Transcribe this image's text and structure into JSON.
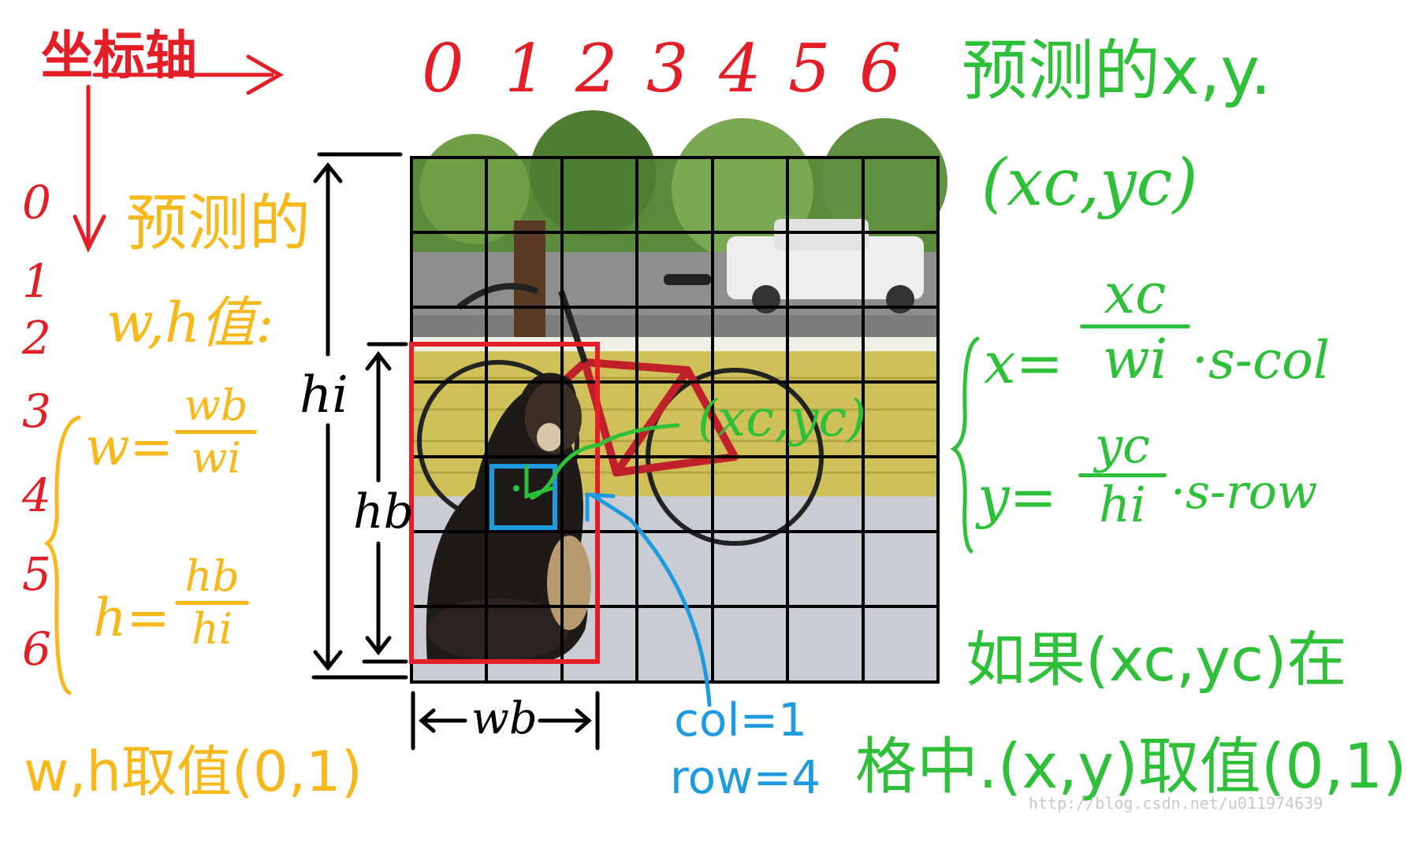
{
  "axis_label": "坐标轴",
  "x_ticks": [
    "0",
    "1",
    "2",
    "3",
    "4",
    "5",
    "6"
  ],
  "y_ticks": [
    "0",
    "1",
    "2",
    "3",
    "4",
    "5",
    "6"
  ],
  "left_panel": {
    "title_line1": "预测的",
    "title_line2": "w,h值:",
    "w_lhs": "w=",
    "w_num": "wb",
    "w_den": "wi",
    "h_lhs": "h=",
    "h_num": "hb",
    "h_den": "hi",
    "range_note": "w,h取值(0,1)"
  },
  "right_panel": {
    "title_line1": "预测的x,y.",
    "title_line2": "(xc,yc)",
    "x_lhs": "x=",
    "x_num": "xc",
    "x_den": "wi",
    "x_rhs": "·s-col",
    "y_lhs": "y=",
    "y_num": "yc",
    "y_den": "hi",
    "y_rhs": "·s-row",
    "note_line1": "如果(xc,yc)在",
    "note_line2": "格中.(x,y)取值(0,1)"
  },
  "image_labels": {
    "hi": "hi",
    "hb": "hb",
    "wb": "wb",
    "center": "(xc,yc)"
  },
  "cell": {
    "col": "col=1",
    "row": "row=4"
  },
  "watermark": "http://blog.csdn.net/u011974639",
  "colors": {
    "red": "#e41e26",
    "yellow": "#f7b81b",
    "green": "#2fc03a",
    "blue": "#1e9be0"
  }
}
